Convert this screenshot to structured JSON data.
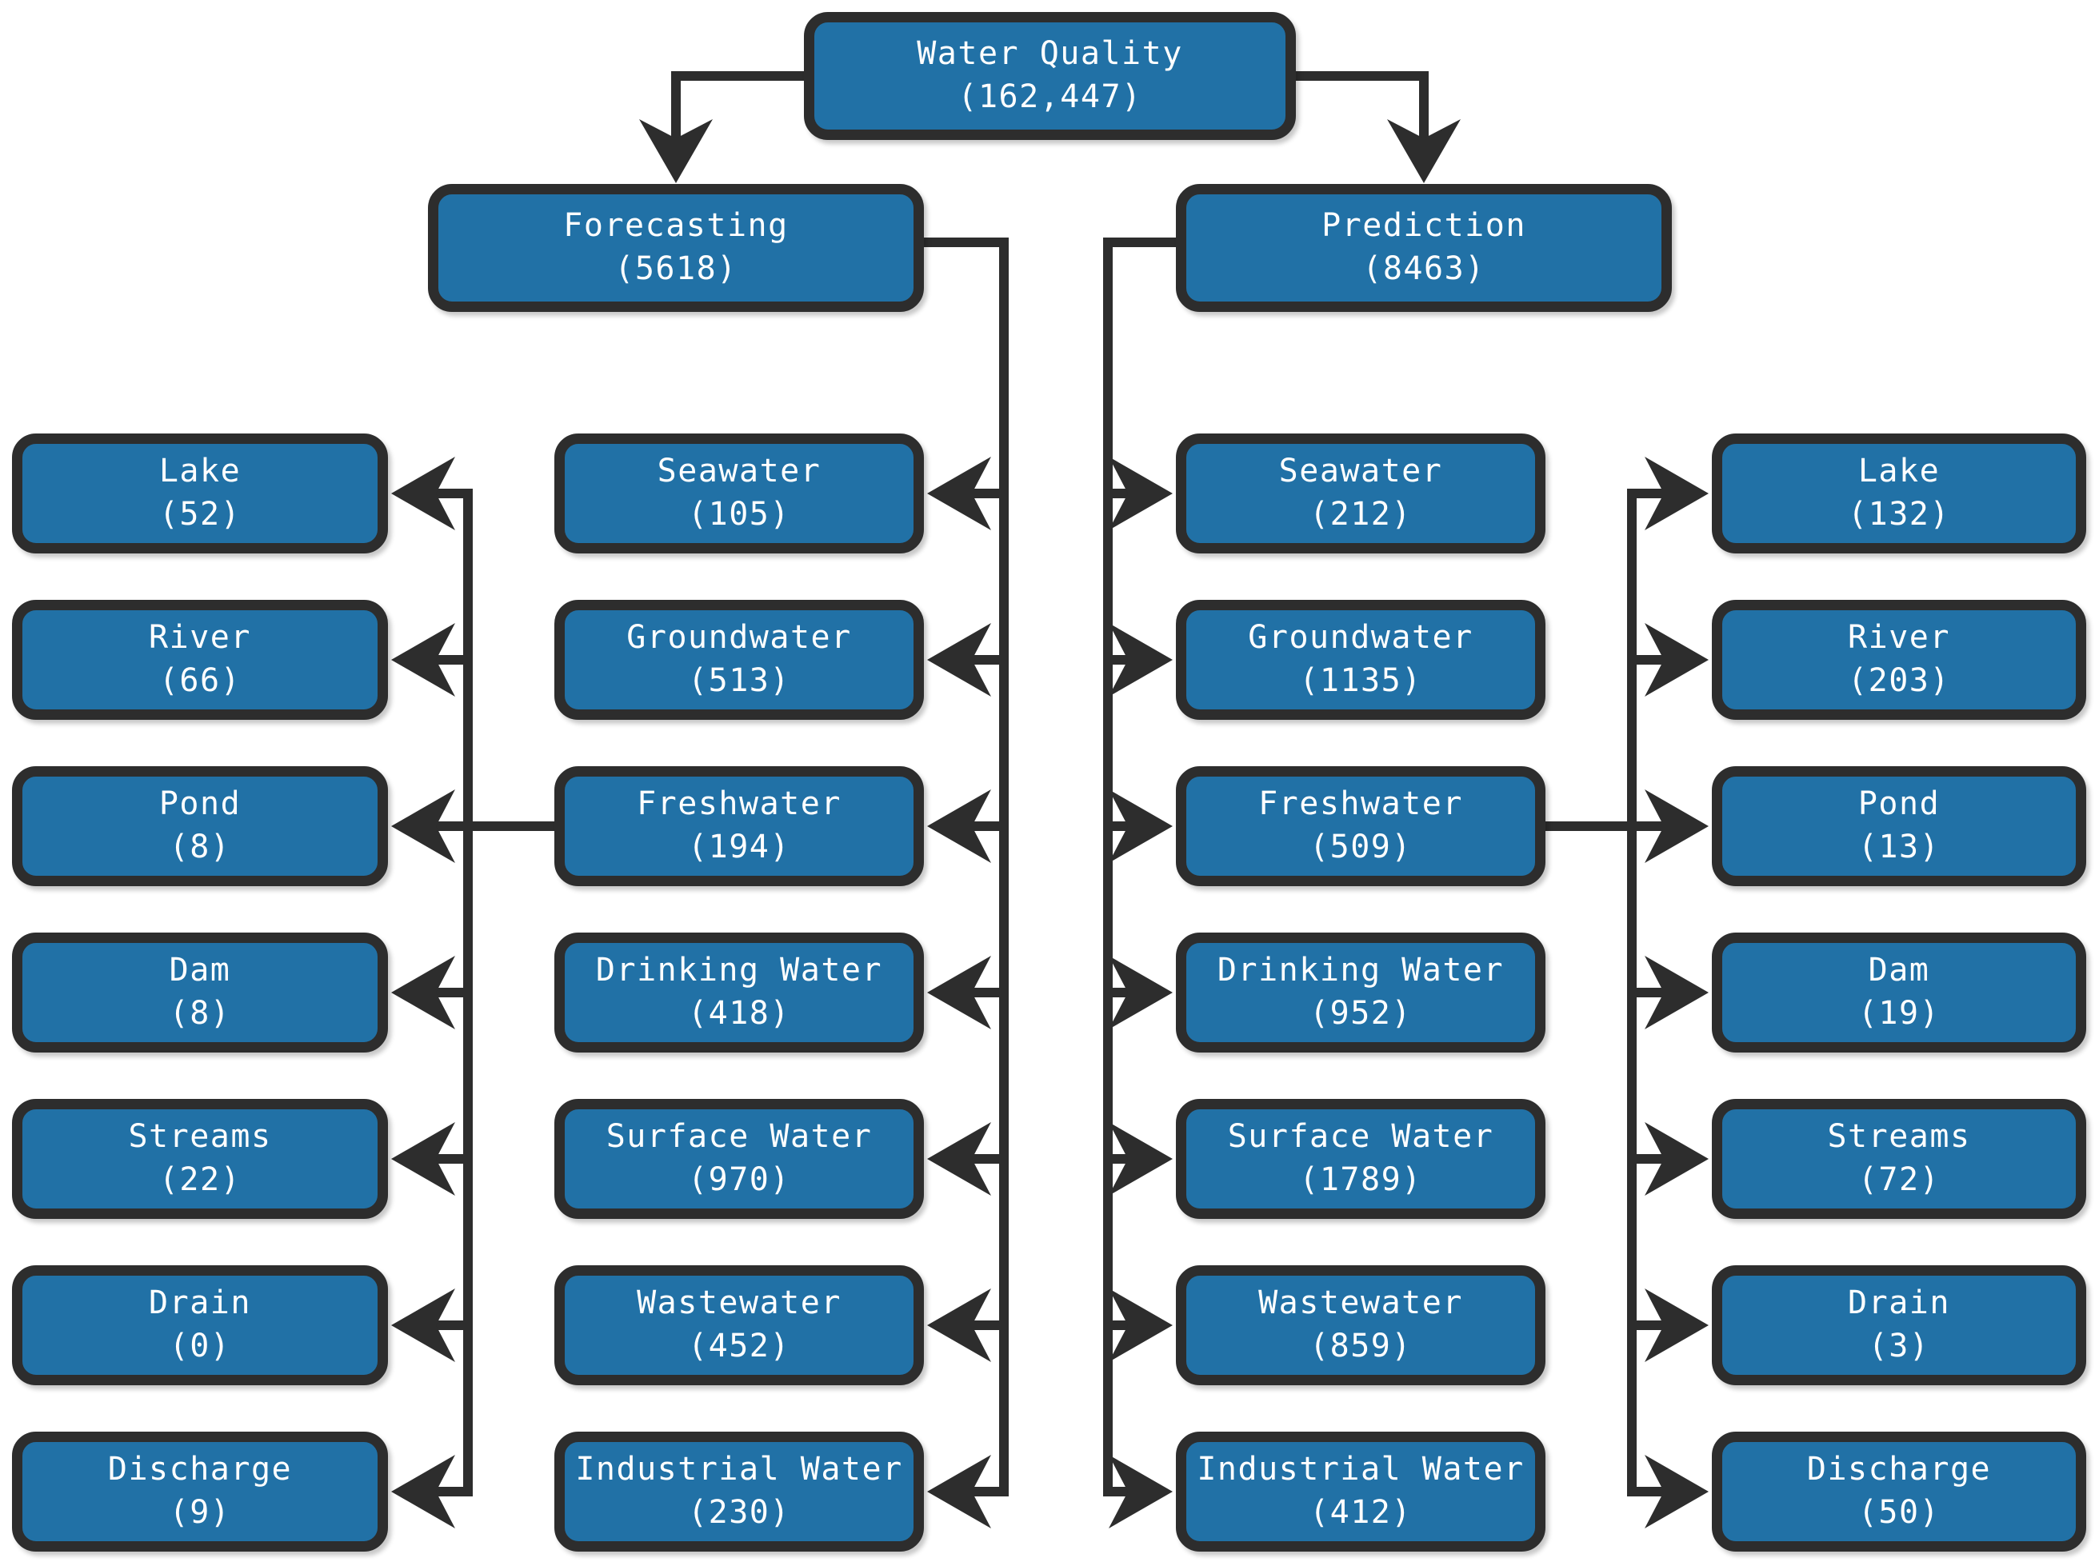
{
  "diagram": {
    "root": {
      "label": "Water Quality",
      "count": "(162,447)"
    },
    "branches": {
      "forecasting": {
        "label": "Forecasting",
        "count": "(5618)"
      },
      "prediction": {
        "label": "Prediction",
        "count": "(8463)"
      }
    },
    "columns": {
      "far_left": {
        "parent": "Forecasting",
        "items": [
          {
            "label": "Lake",
            "count": "(52)"
          },
          {
            "label": "River",
            "count": "(66)"
          },
          {
            "label": "Pond",
            "count": "(8)"
          },
          {
            "label": "Dam",
            "count": "(8)"
          },
          {
            "label": "Streams",
            "count": "(22)"
          },
          {
            "label": "Drain",
            "count": "(0)"
          },
          {
            "label": "Discharge",
            "count": "(9)"
          }
        ]
      },
      "mid_left": {
        "parent": "Forecasting",
        "items": [
          {
            "label": "Seawater",
            "count": "(105)"
          },
          {
            "label": "Groundwater",
            "count": "(513)"
          },
          {
            "label": "Freshwater",
            "count": "(194)"
          },
          {
            "label": "Drinking Water",
            "count": "(418)"
          },
          {
            "label": "Surface Water",
            "count": "(970)"
          },
          {
            "label": "Wastewater",
            "count": "(452)"
          },
          {
            "label": "Industrial Water",
            "count": "(230)"
          }
        ]
      },
      "mid_right": {
        "parent": "Prediction",
        "items": [
          {
            "label": "Seawater",
            "count": "(212)"
          },
          {
            "label": "Groundwater",
            "count": "(1135)"
          },
          {
            "label": "Freshwater",
            "count": "(509)"
          },
          {
            "label": "Drinking Water",
            "count": "(952)"
          },
          {
            "label": "Surface Water",
            "count": "(1789)"
          },
          {
            "label": "Wastewater",
            "count": "(859)"
          },
          {
            "label": "Industrial Water",
            "count": "(412)"
          }
        ]
      },
      "far_right": {
        "parent": "Prediction",
        "items": [
          {
            "label": "Lake",
            "count": "(132)"
          },
          {
            "label": "River",
            "count": "(203)"
          },
          {
            "label": "Pond",
            "count": "(13)"
          },
          {
            "label": "Dam",
            "count": "(19)"
          },
          {
            "label": "Streams",
            "count": "(72)"
          },
          {
            "label": "Drain",
            "count": "(3)"
          },
          {
            "label": "Discharge",
            "count": "(50)"
          }
        ]
      }
    },
    "colors": {
      "box_fill": "#2171a6",
      "box_border": "#2d2d2d",
      "connector": "#2d2d2d",
      "text": "#ffffff",
      "background": "#ffffff"
    }
  }
}
